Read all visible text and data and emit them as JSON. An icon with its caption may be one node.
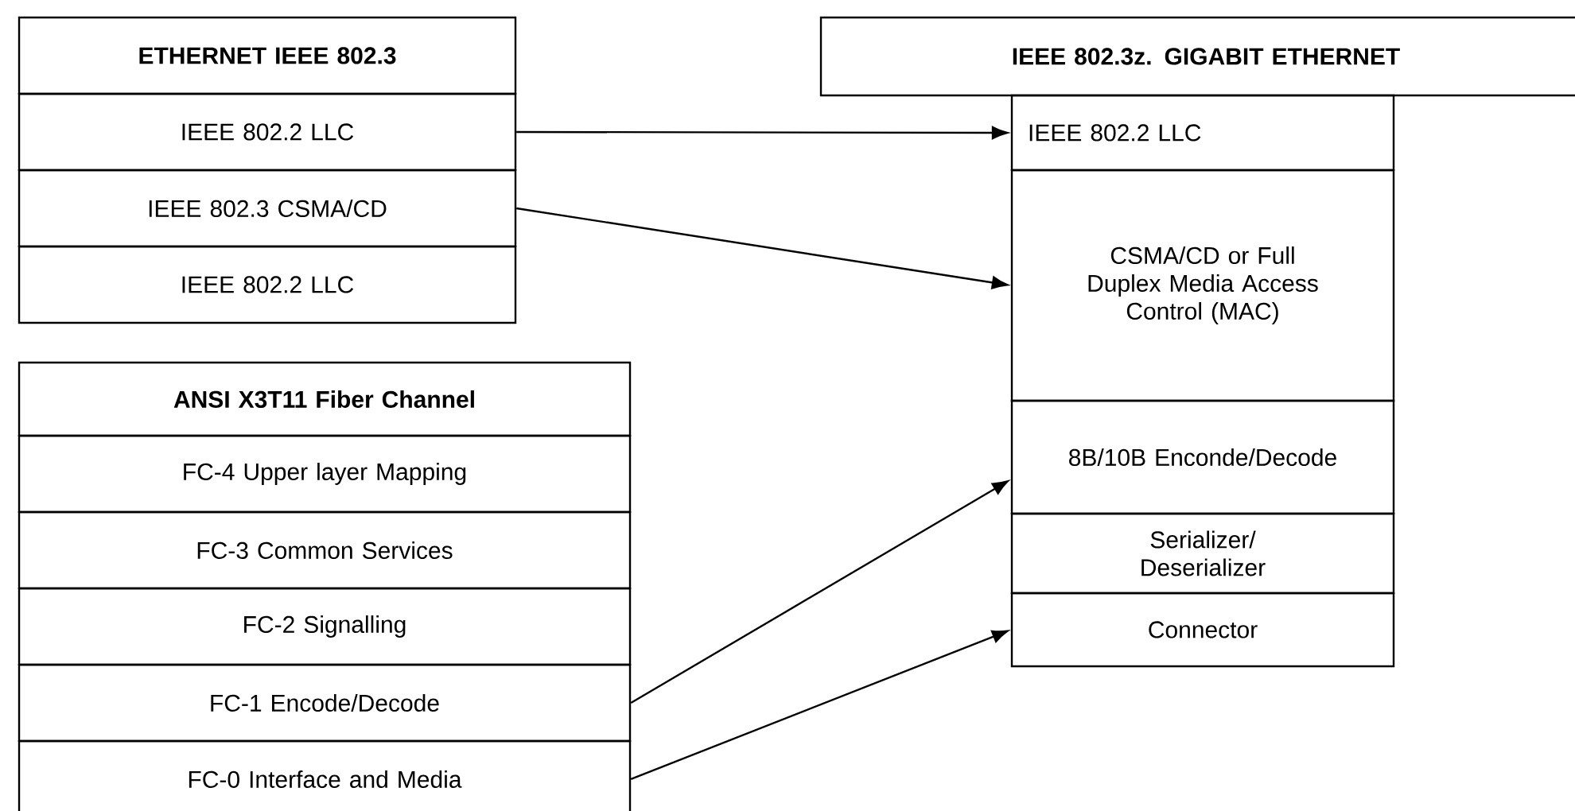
{
  "diagram": {
    "nodes": [
      {
        "text": [
          "ETHERNET  IEEE 802.3"
        ]
      },
      {
        "text": [
          "IEEE 802.2  LLC"
        ]
      },
      {
        "text": [
          "IEEE 802.3  CSMA/CD"
        ]
      },
      {
        "text": [
          "IEEE 802.2  LLC"
        ]
      },
      {
        "text": [
          "IEEE 802.3z. GIGABIT ETHERNET"
        ]
      },
      {
        "text": [
          "IEEE 802.2  LLC"
        ]
      },
      {
        "text": [
          "CSMA/CD or Full Duplex Media Access Control (MAC)"
        ]
      },
      {
        "text": [
          "8B/10B Enconde/Decode"
        ]
      },
      {
        "text": [
          "Serializer/ Deserializer"
        ]
      },
      {
        "text": [
          "Connector"
        ]
      },
      {
        "text": [
          "ANSI X3T11  Fiber Channel"
        ]
      },
      {
        "text": [
          "FC-4 Upper layer Mapping"
        ]
      },
      {
        "text": [
          "FC-3 Common Services"
        ]
      },
      {
        "text": [
          "FC-2 Signalling"
        ]
      },
      {
        "text": [
          "FC-1 Encode/Decode"
        ]
      },
      {
        "text": [
          "FC-0 Interface and Media"
        ]
      }
    ],
    "edges": [
      {
        "from": 1,
        "to": 5,
        "arrow": "to"
      },
      {
        "from": 2,
        "to": 6,
        "arrow": "to"
      },
      {
        "from": 14,
        "to": 7,
        "arrow": "to"
      },
      {
        "from": 15,
        "to": 9,
        "arrow": "to"
      }
    ]
  }
}
